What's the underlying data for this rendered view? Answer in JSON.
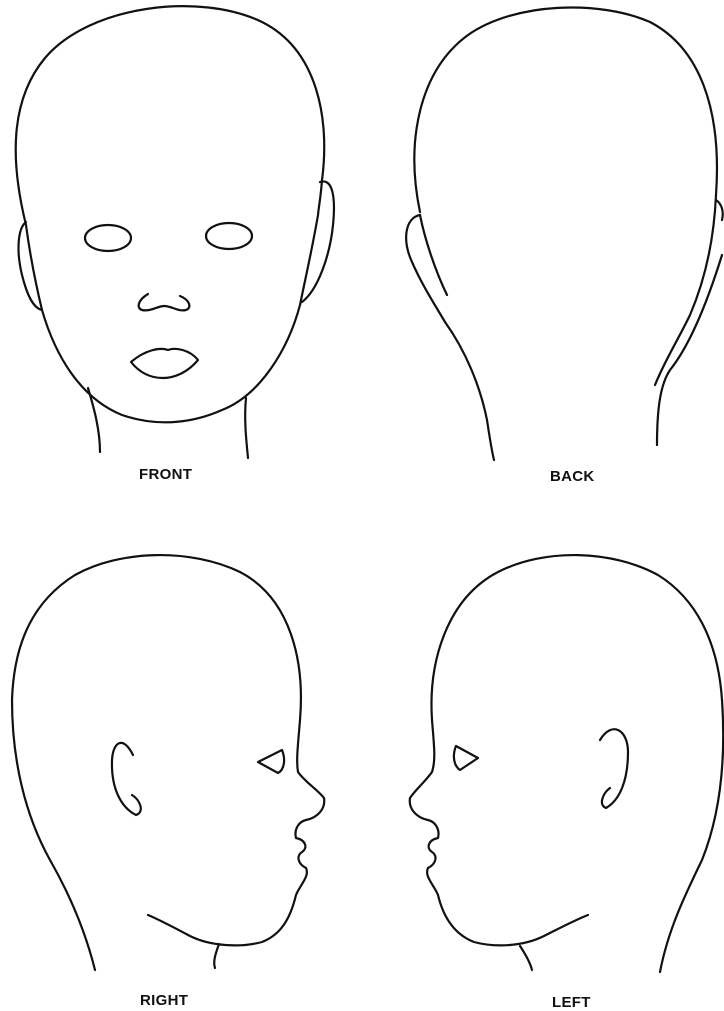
{
  "labels": {
    "front": "FRONT",
    "back": "BACK",
    "right": "RIGHT",
    "left": "LEFT"
  },
  "colors": {
    "line": "#111111",
    "background": "#ffffff"
  }
}
